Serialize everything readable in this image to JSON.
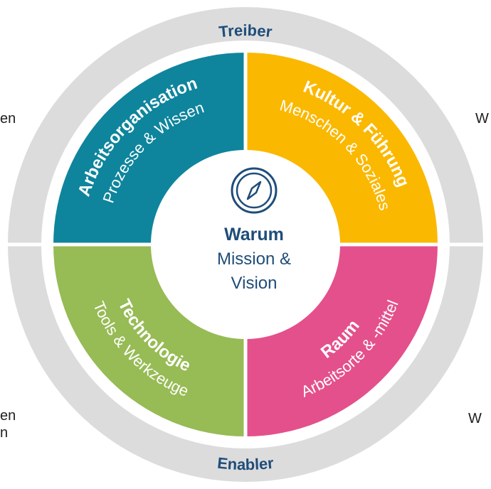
{
  "ring": {
    "top_label": "Treiber",
    "bottom_label": "Enabler"
  },
  "center": {
    "icon": "compass-icon",
    "title": "Warum",
    "line1": "Mission &",
    "line2": "Vision"
  },
  "quadrants": {
    "top_left": {
      "color": "#0e859c",
      "bold": "Arbeitsorganisation",
      "regular": "Prozesse & Wissen"
    },
    "top_right": {
      "color": "#fbb800",
      "bold": "Kultur & Führung",
      "regular": "Menschen & Soziales"
    },
    "bottom_left": {
      "color": "#97bb55",
      "bold": "Technologie",
      "regular": "Tools & Werkzeuge"
    },
    "bottom_right": {
      "color": "#e4508b",
      "bold": "Raum",
      "regular": "Arbeitsorte & -mittel"
    }
  },
  "edge_fragments": {
    "left_top": "en",
    "right_top": "W",
    "left_bottom_1": "en",
    "left_bottom_2": "n",
    "right_bottom": "W"
  },
  "colors": {
    "ring": "#dcdcdc",
    "ring_text": "#1f4d79",
    "center_text": "#1f4d79",
    "divider": "#ffffff"
  }
}
